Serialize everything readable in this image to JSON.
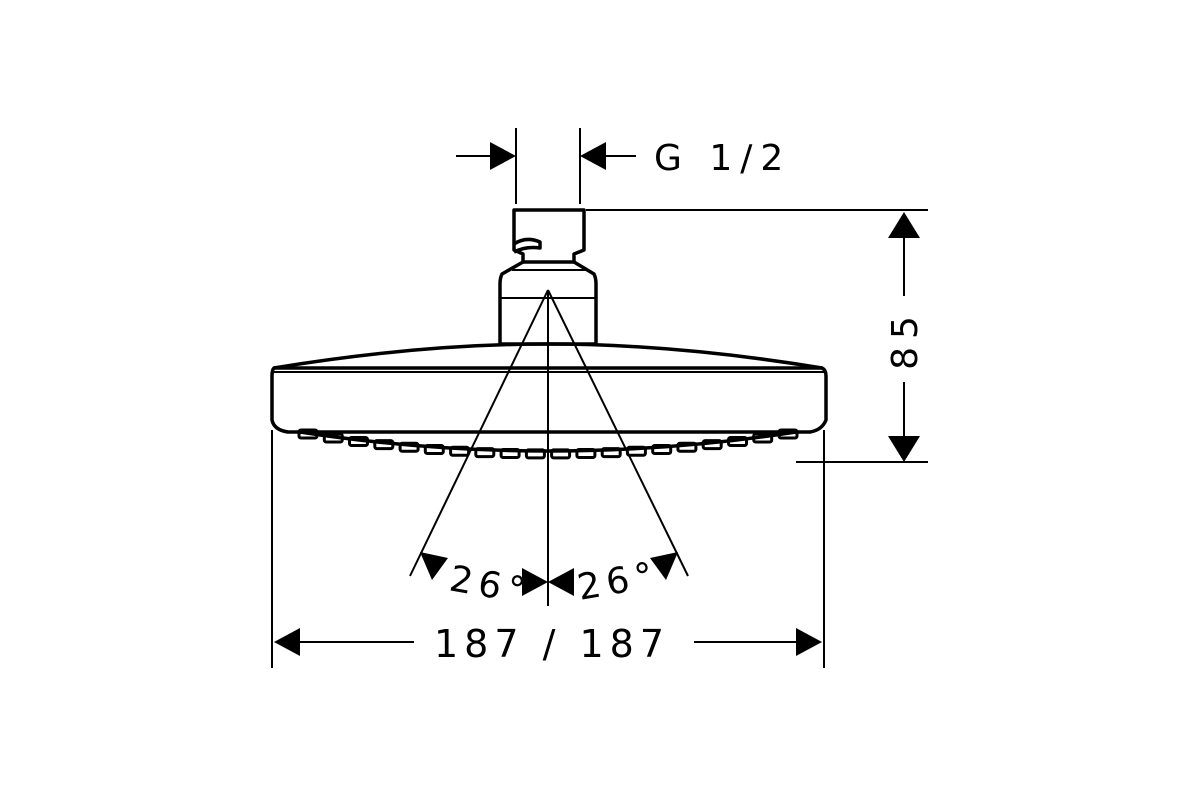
{
  "dimensions": {
    "thread": "G 1/2",
    "height": "85",
    "width": "187 / 187",
    "angle_left": "26°",
    "angle_right": "26°"
  }
}
